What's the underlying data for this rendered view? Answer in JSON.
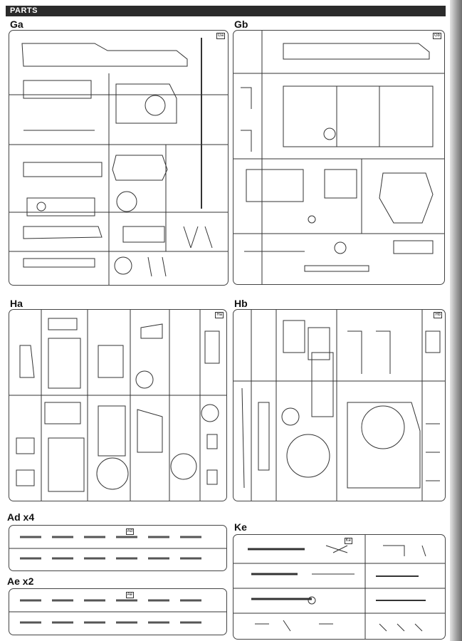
{
  "header": {
    "title": "PARTS"
  },
  "sprues": [
    {
      "id": "Ga",
      "label": "Ga",
      "tag": "Ga"
    },
    {
      "id": "Gb",
      "label": "Gb",
      "tag": "Gb"
    },
    {
      "id": "Ha",
      "label": "Ha",
      "tag": "Ha"
    },
    {
      "id": "Hb",
      "label": "Hb",
      "tag": "Hb"
    },
    {
      "id": "Ad",
      "label": "Ad x4",
      "tag": "Ad"
    },
    {
      "id": "Ae",
      "label": "Ae x2",
      "tag": "Ae"
    },
    {
      "id": "Ke",
      "label": "Ke",
      "tag": "Ke"
    }
  ]
}
